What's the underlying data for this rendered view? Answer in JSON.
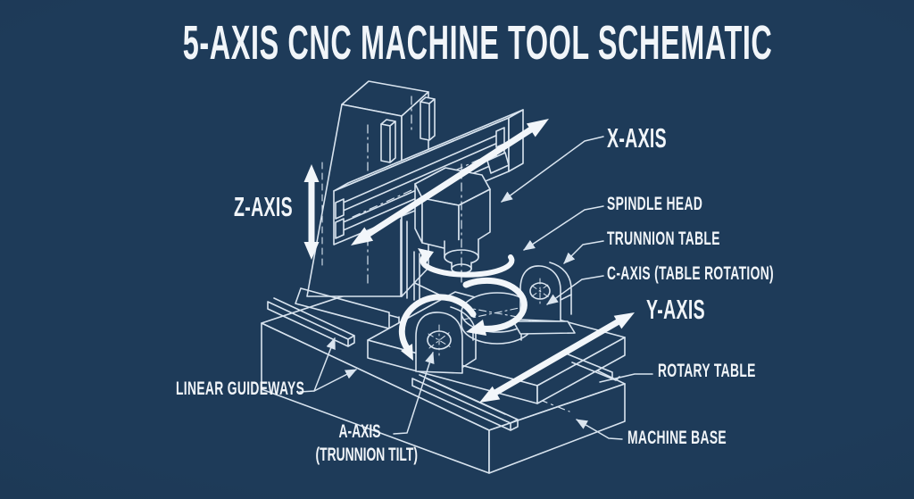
{
  "title": "5-AXIS CNC MACHINE TOOL SCHEMATIC",
  "colors": {
    "background": "#1e3b59",
    "background_edge": "#1a344e",
    "line": "#d9e4ef",
    "arrow": "#f2f6fa",
    "text": "#f1f5f9"
  },
  "labels": {
    "x_axis": "X-AXIS",
    "y_axis": "Y-AXIS",
    "z_axis": "Z-AXIS",
    "spindle_head": "SPINDLE HEAD",
    "trunnion_table": "TRUNNION TABLE",
    "c_axis": "C-AXIS (TABLE ROTATION)",
    "rotary_table": "ROTARY TABLE",
    "machine_base": "MACHINE BASE",
    "linear_guideways": "LINEAR GUIDEWAYS",
    "a_axis_line1": "A-AXIS",
    "a_axis_line2": "(TRUNNION TILT)"
  }
}
